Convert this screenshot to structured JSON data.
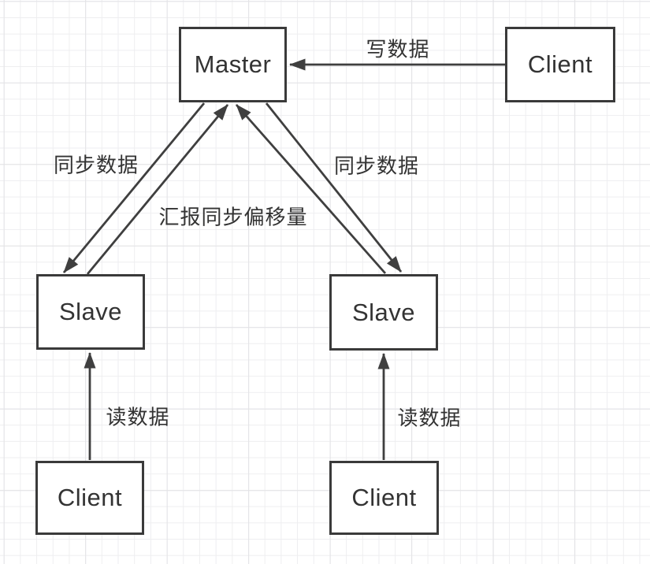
{
  "diagram": {
    "nodes": {
      "master": {
        "label": "Master"
      },
      "client_top_right": {
        "label": "Client"
      },
      "slave_left": {
        "label": "Slave"
      },
      "slave_right": {
        "label": "Slave"
      },
      "client_bottom_left": {
        "label": "Client"
      },
      "client_bottom_right": {
        "label": "Client"
      }
    },
    "edges": {
      "write_data": {
        "label": "写数据",
        "from": "client_top_right",
        "to": "master"
      },
      "sync_data_left": {
        "label": "同步数据",
        "from": "master",
        "to": "slave_left"
      },
      "report_sync_offset_left": {
        "label": "汇报同步偏移量",
        "from": "slave_left",
        "to": "master"
      },
      "report_sync_offset_right": {
        "label": "",
        "from": "slave_right",
        "to": "master"
      },
      "sync_data_right": {
        "label": "同步数据",
        "from": "master",
        "to": "slave_right"
      },
      "read_data_left": {
        "label": "读数据",
        "from": "client_bottom_left",
        "to": "slave_left"
      },
      "read_data_right": {
        "label": "读数据",
        "from": "client_bottom_right",
        "to": "slave_right"
      }
    },
    "colors": {
      "background": "#ffffff",
      "grid_line": "#eeeef0",
      "grid_line_major": "#e3e3e6",
      "box_border": "#3a3a3a",
      "box_fill": "#ffffff",
      "arrow": "#3f3f3f",
      "text": "#333333"
    }
  }
}
